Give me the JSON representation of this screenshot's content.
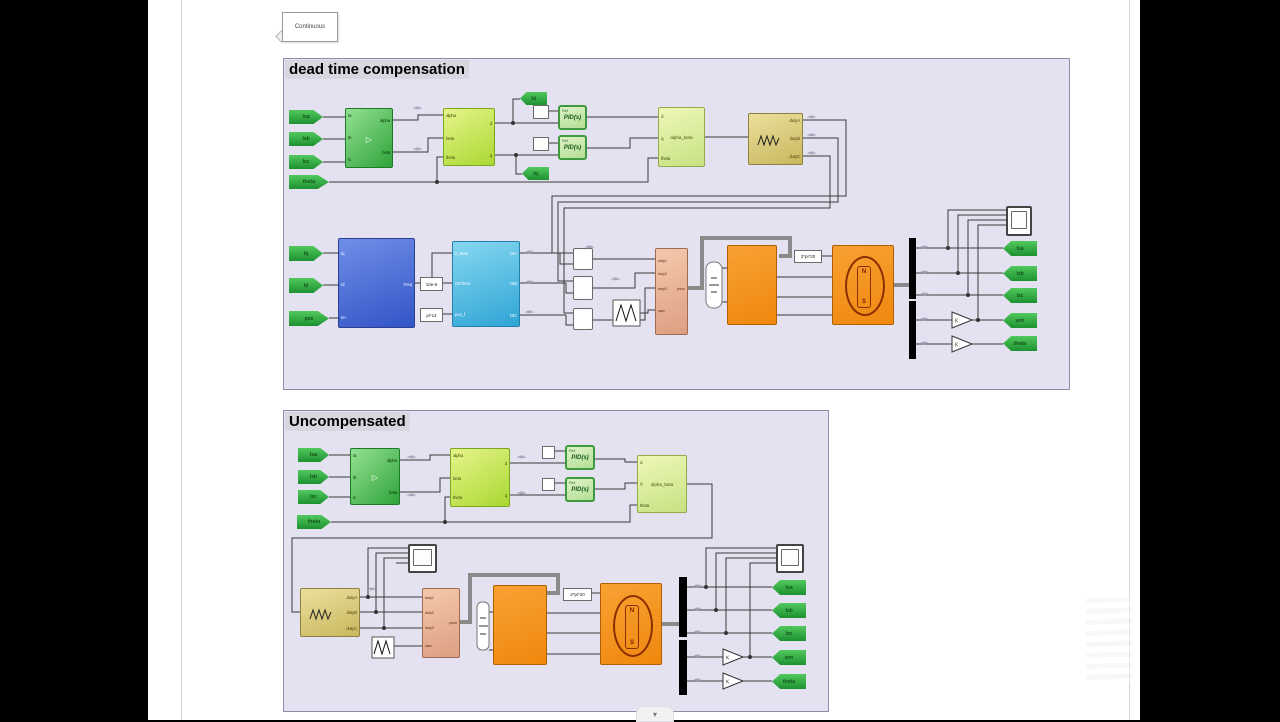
{
  "icons": {
    "scroll_chevron": "▾",
    "clarke_icon": "▷"
  },
  "powergui": {
    "label": "Continuous"
  },
  "upper": {
    "title": "dead time compensation",
    "from_tags": [
      "Isa",
      "Isb",
      "Isc",
      "theta"
    ],
    "from_tags2": [
      "Iq",
      "Id",
      "pos"
    ],
    "clarke": {
      "in1": "Ia",
      "in2": "Ib",
      "in3": "Ic",
      "out1": "alpha",
      "out2": "beta"
    },
    "park": {
      "in1": "alpha",
      "in2": "beta",
      "in3": "theta",
      "out1": "d",
      "out2": "q"
    },
    "goto_d": "Id",
    "goto_q": "Iq",
    "pid": {
      "ref": "Ref",
      "label": "PID(s)"
    },
    "invpark": {
      "label": "alpha_beta",
      "in1": "d",
      "in2": "q",
      "in3": "theta"
    },
    "duty": {
      "out1": "dutyA",
      "out2": "dutyB",
      "out3": "dutyC"
    },
    "speed": {
      "in1": "Iq",
      "in2": "Id",
      "in3": "Im",
      "out": "Freq"
    },
    "consts": {
      "dstime": "10e-6",
      "pos": "pi*14",
      "speed": "2*pi*20"
    },
    "deadtime": {
      "in1": "e_Beta",
      "in2": "DSTime",
      "in3": "pos_f",
      "out1": "DtA",
      "out2": "DtB",
      "out3": "DtC"
    },
    "pwm": {
      "in1": "duty1",
      "in2": "duty2",
      "in3": "duty3",
      "in4": "saw",
      "out": "pwm"
    },
    "motor": {
      "n": "N",
      "s": "S"
    },
    "gain": "K",
    "goto_tags": [
      "Isa",
      "Isb",
      "Isc",
      "wm",
      "theta"
    ]
  },
  "lower": {
    "title": "Uncompensated",
    "from_tags": [
      "Isa",
      "Isb",
      "Isc",
      "theta"
    ],
    "clarke": {
      "in1": "Ia",
      "in2": "Ib",
      "in3": "Ic",
      "out1": "alpha",
      "out2": "beta"
    },
    "park": {
      "in1": "alpha",
      "in2": "beta",
      "in3": "theta",
      "out1": "d",
      "out2": "q"
    },
    "pid": {
      "ref": "Ref",
      "label": "PID(s)"
    },
    "invpark": {
      "label": "alpha_beta",
      "in1": "d",
      "in2": "q",
      "in3": "theta"
    },
    "duty": {
      "out1": "dutyA",
      "out2": "dutyB",
      "out3": "dutyC"
    },
    "pwm": {
      "in1": "duty1",
      "in2": "duty2",
      "in3": "duty3",
      "in4": "saw",
      "out": "pwm"
    },
    "consts": {
      "speed": "2*pi*20"
    },
    "motor": {
      "n": "N",
      "s": "S"
    },
    "gain": "K",
    "goto_tags": [
      "Isa",
      "Isb",
      "Isc",
      "wm",
      "theta"
    ]
  }
}
